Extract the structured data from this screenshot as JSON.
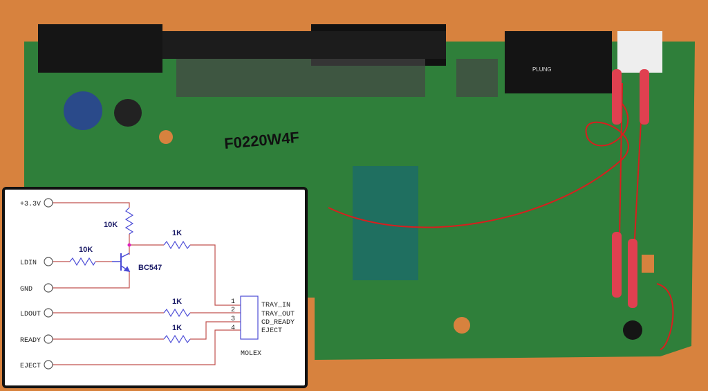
{
  "photo": {
    "board_marking": "F0220W4F",
    "connector_label": "PLUNG",
    "colors": {
      "wood": "#d7823e",
      "pcb": "#2f7f3a",
      "wire": "#d81e1e"
    }
  },
  "schematic": {
    "terminals": [
      "+3.3V",
      "LDIN",
      "GND",
      "LDOUT",
      "READY",
      "EJECT"
    ],
    "resistors": {
      "pullup": "10K",
      "base": "10K",
      "r1": "1K",
      "r2": "1K",
      "r3": "1K"
    },
    "transistor": "BC547",
    "connector": {
      "name": "MOLEX",
      "pins": [
        "1",
        "2",
        "3",
        "4"
      ],
      "signals": [
        "TRAY_IN",
        "TRAY_OUT",
        "CD_READY",
        "EJECT"
      ]
    },
    "colors": {
      "wire": "#c0504d",
      "component": "#4b4bd6",
      "node": "#e020c0"
    }
  }
}
